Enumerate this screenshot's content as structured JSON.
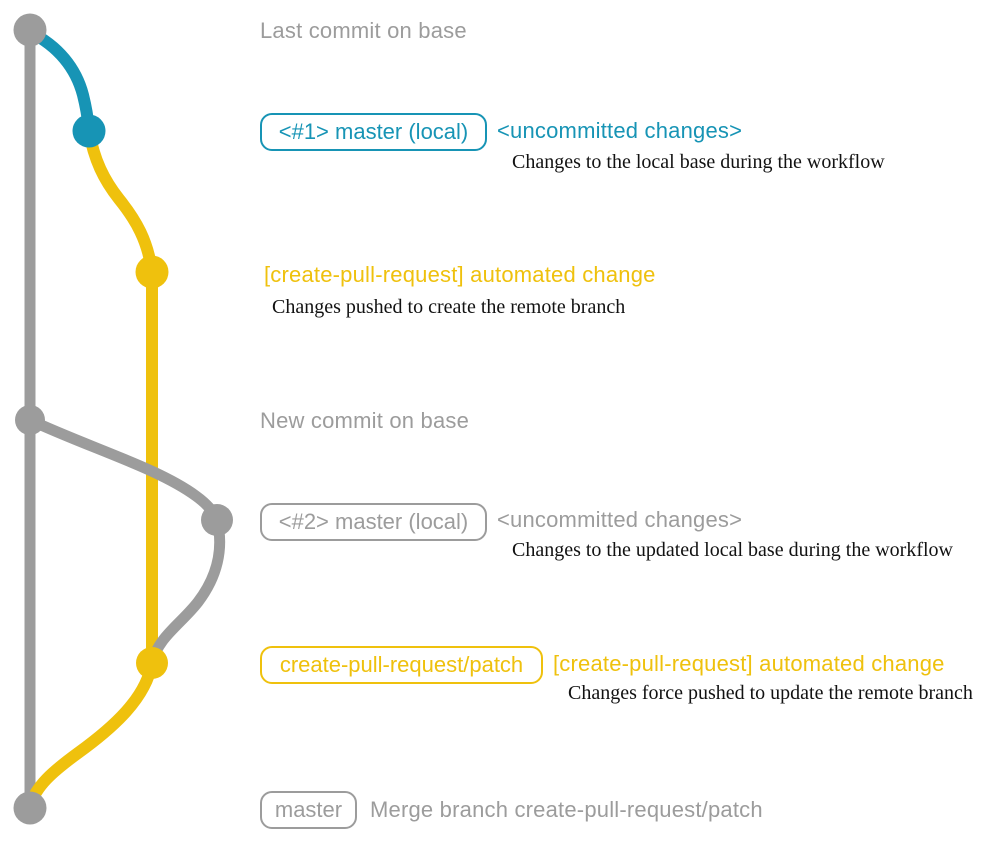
{
  "colors": {
    "gray": "#9c9c9c",
    "teal": "#1794b5",
    "yellow": "#efc10d",
    "ink": "#121212",
    "bg": "#ffffff"
  },
  "labels": {
    "last_commit": "Last commit on base",
    "new_commit": "New commit on base",
    "merge_commit": "Merge branch create-pull-request/patch"
  },
  "badges": {
    "master_local_1": "<#1> master (local)",
    "master_local_2": "<#2> master (local)",
    "patch_branch": "create-pull-request/patch",
    "master": "master"
  },
  "annotations": {
    "uncommitted_1": {
      "title": "<uncommitted changes>",
      "desc": "Changes to the local base during the workflow"
    },
    "automated_1": {
      "title": "[create-pull-request] automated change",
      "desc": "Changes pushed to create the remote branch"
    },
    "uncommitted_2": {
      "title": "<uncommitted changes>",
      "desc": "Changes to the updated local base during the workflow"
    },
    "automated_2": {
      "title": "[create-pull-request] automated change",
      "desc": "Changes force pushed to update the remote branch"
    }
  },
  "graph": {
    "branch_lines": [
      "base-branch-line",
      "uncommitted-branch-line-1",
      "automated-branch-line",
      "new-base-branch-line",
      "uncommitted-branch-line-2",
      "merge-branch-line"
    ],
    "commit_dots": [
      "last-commit-on-base",
      "uncommitted-changes-1",
      "automated-change-1",
      "new-commit-on-base",
      "uncommitted-changes-2",
      "automated-change-2",
      "merge-commit"
    ]
  }
}
